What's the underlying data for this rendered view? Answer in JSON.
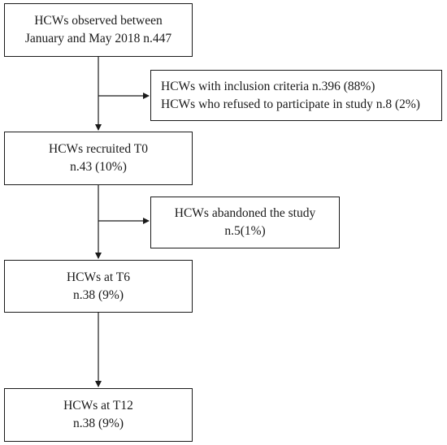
{
  "flowchart": {
    "nodes": [
      {
        "id": "observed",
        "lines": [
          "HCWs observed between",
          "January and May 2018 n.447"
        ]
      },
      {
        "id": "inclusion",
        "lines": [
          "HCWs with inclusion criteria n.396 (88%)",
          "HCWs who refused to participate in study n.8 (2%)"
        ]
      },
      {
        "id": "recruited",
        "lines": [
          "HCWs recruited T0",
          "n.43 (10%)"
        ]
      },
      {
        "id": "abandoned",
        "lines": [
          "HCWs abandoned the study",
          "n.5(1%)"
        ]
      },
      {
        "id": "t6",
        "lines": [
          "HCWs at T6",
          "n.38 (9%)"
        ]
      },
      {
        "id": "t12",
        "lines": [
          "HCWs at T12",
          "n.38 (9%)"
        ]
      }
    ]
  }
}
